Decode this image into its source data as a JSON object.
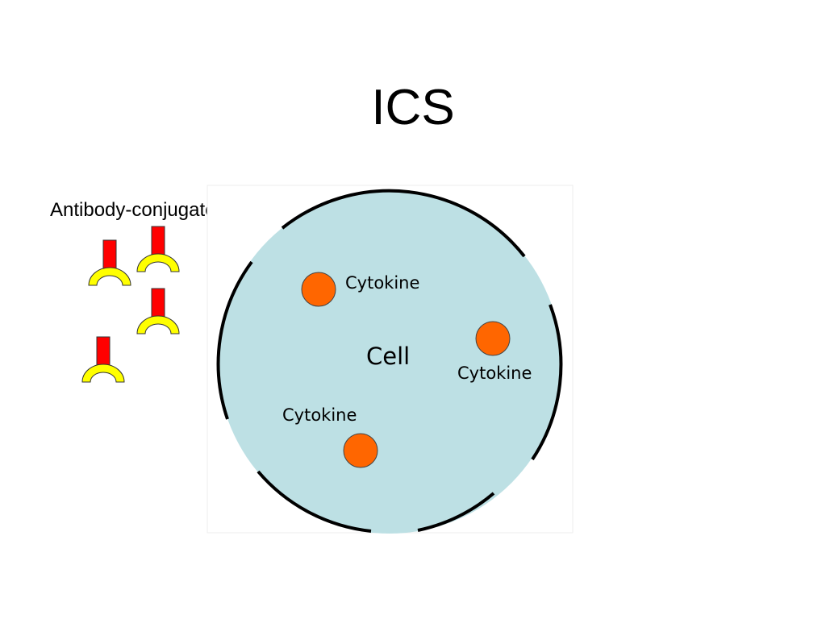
{
  "title": "ICS",
  "antibody_label": "Antibody-conjugated dye",
  "cell": {
    "label": "Cell",
    "cytokines": [
      {
        "label": "Cytokine"
      },
      {
        "label": "Cytokine"
      },
      {
        "label": "Cytokine"
      }
    ]
  },
  "colors": {
    "cell_fill": "#bde0e4",
    "cell_outline": "#000000",
    "cytokine_fill": "#ff6600",
    "antibody_stem": "#ff0000",
    "antibody_base": "#ffff00"
  },
  "antibody_count": 4
}
